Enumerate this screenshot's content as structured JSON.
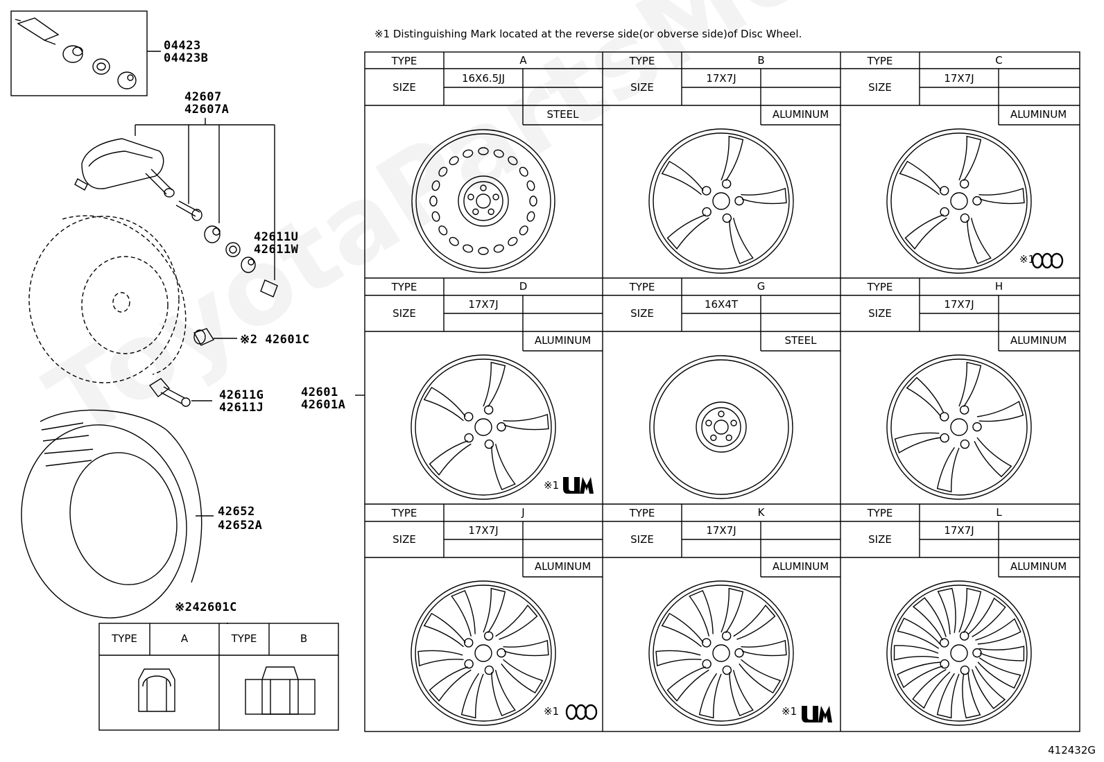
{
  "note": "※1 Distinguishing Mark located at the reverse side(or obverse side)of Disc Wheel.",
  "diagram_code": "412432G",
  "watermark": "ToyotaPartsMerchant",
  "parts": {
    "p04423": "04423",
    "p04423b": "04423B",
    "p42607": "42607",
    "p42607a": "42607A",
    "p42611u": "42611U",
    "p42611w": "42611W",
    "p42601c_nut": "※2 42601C",
    "p42611g": "42611G",
    "p42611j": "42611J",
    "p42601": "42601",
    "p42601a": "42601A",
    "p42652": "42652",
    "p42652a": "42652A"
  },
  "nut_table": {
    "title": "※242601C",
    "type_label": "TYPE",
    "types": [
      "A",
      "B"
    ]
  },
  "wheel_table": {
    "type_label": "TYPE",
    "size_label": "SIZE",
    "wheels": [
      {
        "type": "A",
        "size": "16X6.5JJ",
        "material": "STEEL",
        "mark": ""
      },
      {
        "type": "B",
        "size": "17X7J",
        "material": "ALUMINUM",
        "mark": ""
      },
      {
        "type": "C",
        "size": "17X7J",
        "material": "ALUMINUM",
        "mark": "※1"
      },
      {
        "type": "D",
        "size": "17X7J",
        "material": "ALUMINUM",
        "mark": "※1"
      },
      {
        "type": "G",
        "size": "16X4T",
        "material": "STEEL",
        "mark": ""
      },
      {
        "type": "H",
        "size": "17X7J",
        "material": "ALUMINUM",
        "mark": ""
      },
      {
        "type": "J",
        "size": "17X7J",
        "material": "ALUMINUM",
        "mark": "※1"
      },
      {
        "type": "K",
        "size": "17X7J",
        "material": "ALUMINUM",
        "mark": "※1"
      },
      {
        "type": "L",
        "size": "17X7J",
        "material": "ALUMINUM",
        "mark": ""
      }
    ]
  }
}
